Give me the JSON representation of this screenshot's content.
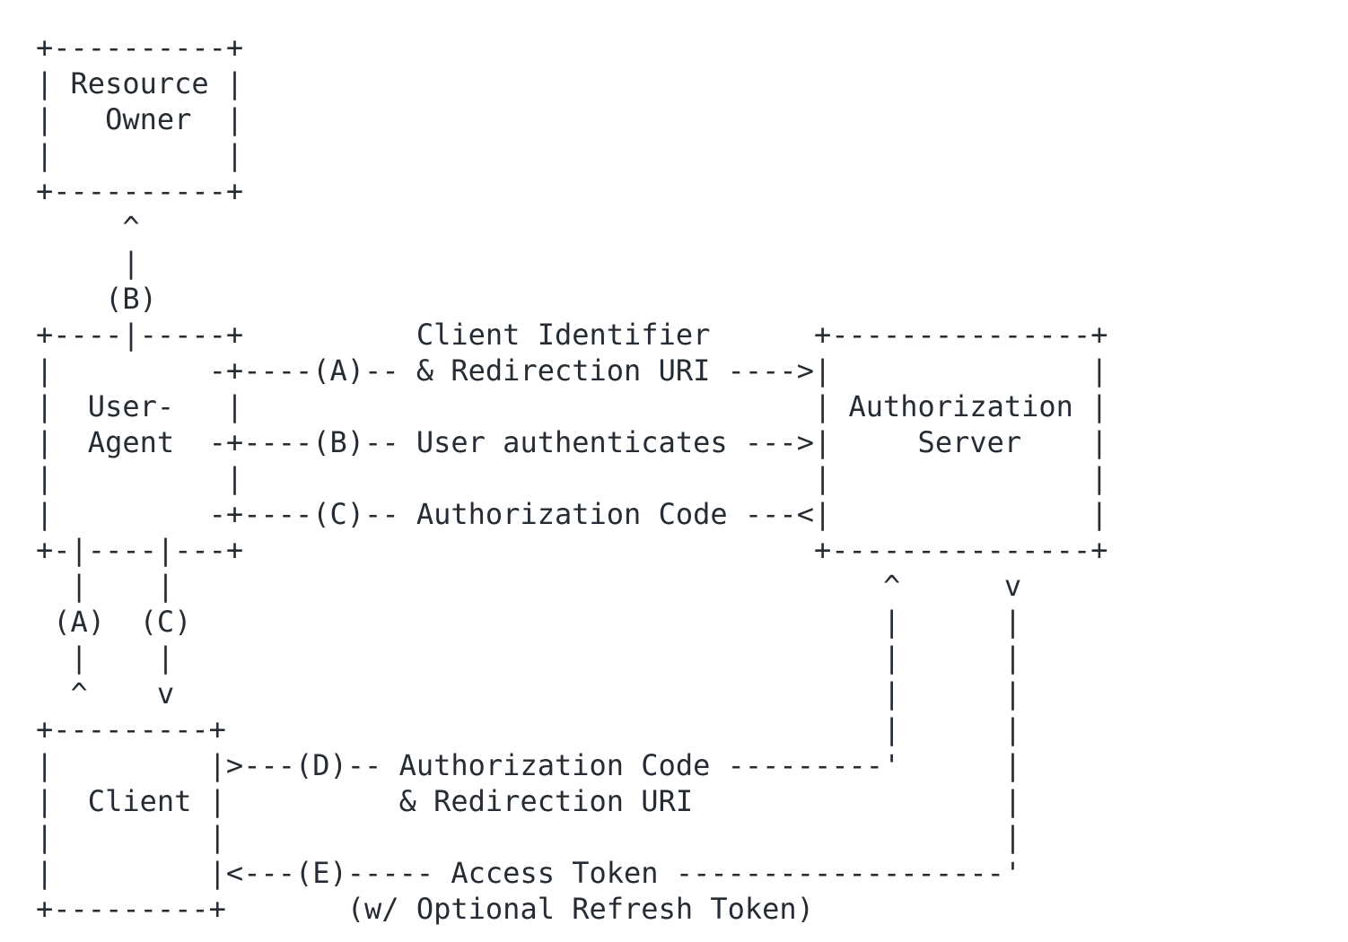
{
  "colors": {
    "background": "#ffffff",
    "text": "#262c33"
  },
  "diagram": {
    "kind": "ascii-flow-diagram",
    "nodes": [
      {
        "label": "Resource Owner"
      },
      {
        "label": "User-Agent"
      },
      {
        "label": "Authorization Server"
      },
      {
        "label": "Client"
      }
    ],
    "steps": [
      {
        "id": "(A)",
        "label": "Client Identifier & Redirection URI",
        "arrow_glyph": "---->"
      },
      {
        "id": "(B)",
        "label": "User authenticates",
        "arrow_glyph": "--->"
      },
      {
        "id": "(C)",
        "label": "Authorization Code",
        "arrow_glyph": "---<"
      },
      {
        "id": "(D)",
        "label": "Authorization Code & Redirection URI",
        "arrow_glyph": ">---"
      },
      {
        "id": "(E)",
        "label": "Access Token (w/ Optional Refresh Token)",
        "arrow_glyph": "<---"
      }
    ]
  },
  "ascii_art": {
    "lines": [
      "+----------+",
      "| Resource |",
      "|   Owner  |",
      "|          |",
      "+----------+",
      "     ^",
      "     |",
      "    (B)",
      "+----|-----+          Client Identifier      +---------------+",
      "|         -+----(A)-- & Redirection URI ---->|               |",
      "|  User-   |                                 | Authorization |",
      "|  Agent  -+----(B)-- User authenticates --->|     Server    |",
      "|          |                                 |               |",
      "|         -+----(C)-- Authorization Code ---<|               |",
      "+-|----|---+                                 +---------------+",
      "  |    |                                         ^      v",
      " (A)  (C)                                        |      |",
      "  |    |                                         |      |",
      "  ^    v                                         |      |",
      "+---------+                                      |      |",
      "|         |>---(D)-- Authorization Code ---------'      |",
      "|  Client |          & Redirection URI                  |",
      "|         |                                             |",
      "|         |<---(E)----- Access Token -------------------'",
      "+---------+       (w/ Optional Refresh Token)"
    ]
  }
}
